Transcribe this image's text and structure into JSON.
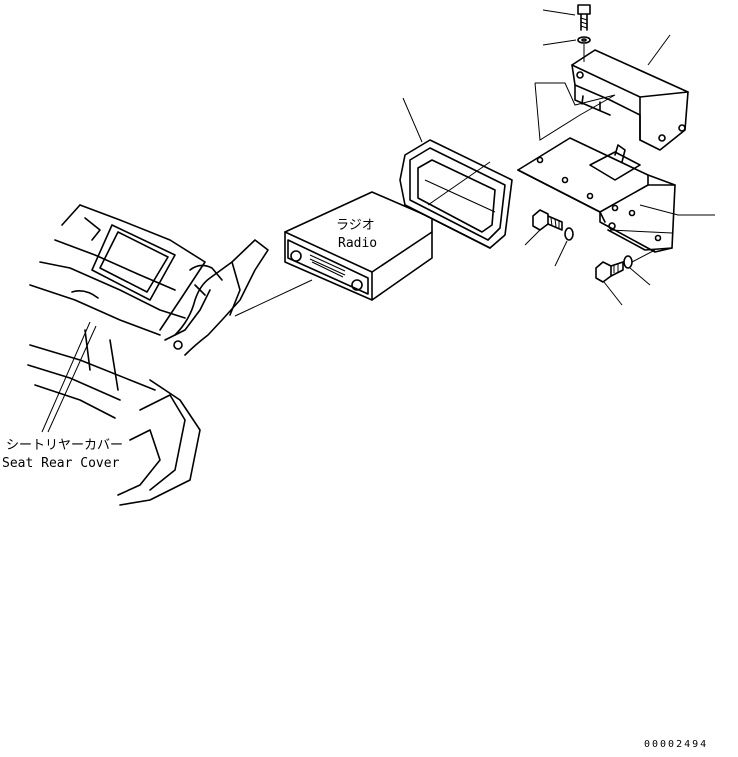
{
  "labels": {
    "radio_jp": "ラジオ",
    "radio_en": "Radio",
    "seat_cover_jp": "シートリヤーカバー",
    "seat_cover_en": "Seat Rear Cover",
    "drawing_number": "00002494"
  }
}
